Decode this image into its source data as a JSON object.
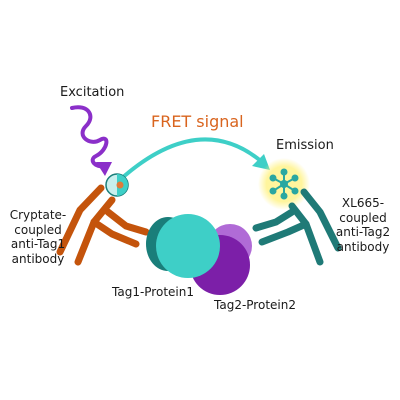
{
  "labels": {
    "excitation": "Excitation",
    "fret_signal": "FRET signal",
    "emission": "Emission",
    "donor_antibody": [
      "Cryptate-",
      "coupled",
      "anti-Tag1",
      "antibody"
    ],
    "acceptor_antibody": [
      "XL665-",
      "coupled",
      "anti-Tag2",
      "antibody"
    ],
    "protein1": "Tag1-Protein1",
    "protein2": "Tag2-Protein2"
  },
  "colors": {
    "donor_antibody": "#c4540c",
    "acceptor_antibody": "#1f7a77",
    "protein1_light": "#3ecfc7",
    "protein1_dark": "#1a7e7a",
    "protein2_light": "#b06bd6",
    "protein2_dark": "#7c1fa8",
    "excitation_wave": "#8b2fc9",
    "fret_arrow": "#3ecfc7",
    "fret_text": "#d9641e",
    "emission_glow": "#fff176",
    "emission_core": "#2aa7a1"
  }
}
